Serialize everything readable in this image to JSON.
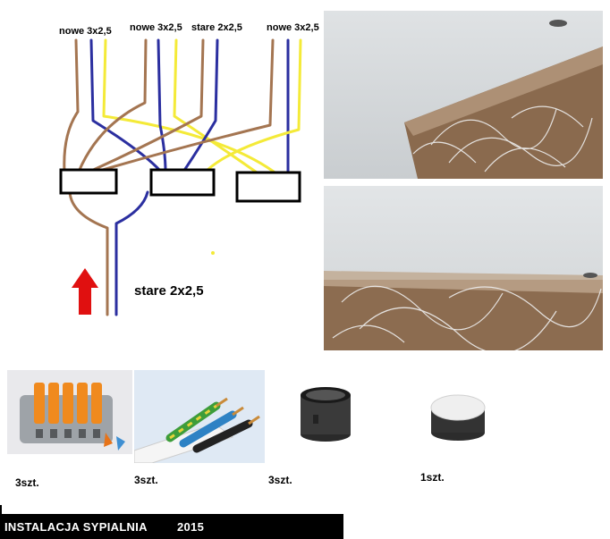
{
  "diagram": {
    "cable_labels": [
      "nowe 3x2,5",
      "nowe 3x2,5",
      "stare 2x2,5",
      "nowe 3x2,5"
    ],
    "supply_label": "stare 2x2,5",
    "colors": {
      "brown": "#a47551",
      "blue": "#2b2fa0",
      "yellow": "#f4ea38",
      "arrow": "#e01010"
    }
  },
  "products": [
    {
      "name": "wago-connector",
      "quantity": "3szt."
    },
    {
      "name": "cable-3x2.5",
      "quantity": "3szt."
    },
    {
      "name": "junction-box-ring",
      "quantity": "3szt."
    },
    {
      "name": "junction-box-cover",
      "quantity": "1szt."
    }
  ],
  "footer": {
    "title": "INSTALACJA SYPIALNIA",
    "year": "2015"
  }
}
